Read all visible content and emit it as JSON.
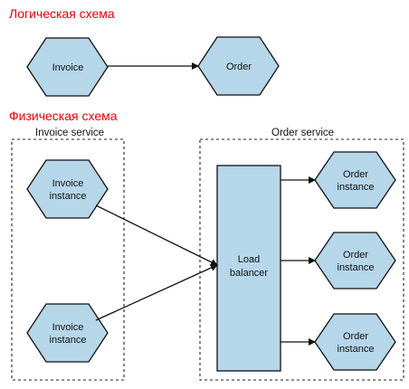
{
  "logical": {
    "title": "Логическая схема",
    "invoice": "Invoice",
    "order": "Order"
  },
  "physical": {
    "title": "Физическая схема",
    "invoice_service": {
      "title": "Invoice service",
      "instance_1": [
        "Invoice",
        "instance"
      ],
      "instance_2": [
        "Invoice",
        "instance"
      ]
    },
    "order_service": {
      "title": "Order service",
      "load_balancer": [
        "Load",
        "balancer"
      ],
      "instance_1": [
        "Order",
        "instance"
      ],
      "instance_2": [
        "Order",
        "instance"
      ],
      "instance_3": [
        "Order",
        "instance"
      ]
    }
  },
  "colors": {
    "node_fill": "#b6d6ea",
    "stroke": "#111111",
    "section_title": "#e8000b"
  }
}
